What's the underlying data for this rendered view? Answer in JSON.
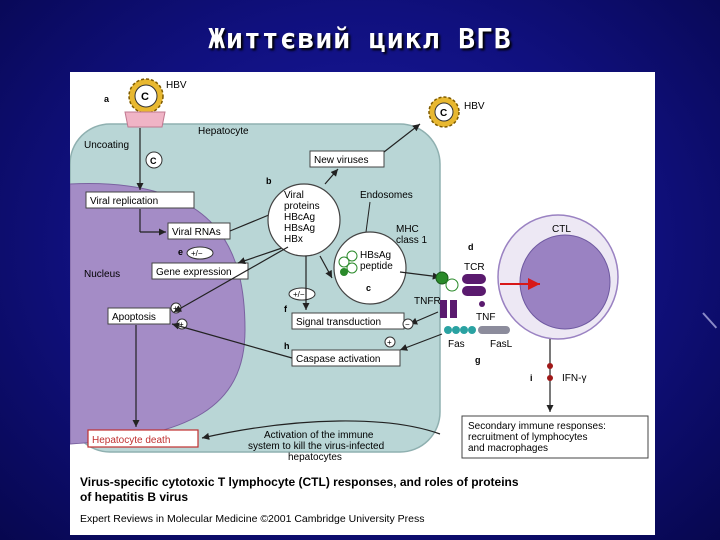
{
  "slide": {
    "title": "Життєвий цикл ВГВ"
  },
  "diagram": {
    "hbv_top": "HBV",
    "hbv_right": "HBV",
    "hepatocyte": "Hepatocyte",
    "uncoating": "Uncoating",
    "new_viruses": "New viruses",
    "viral_replication": "Viral replication",
    "viral_rnas": "Viral RNAs",
    "nucleus": "Nucleus",
    "gene_expression": "Gene expression",
    "viral_proteins": [
      "Viral",
      "proteins",
      "HBcAg",
      "HBsAg",
      "HBx"
    ],
    "endosomes": "Endosomes",
    "mhc_class": [
      "MHC",
      "class 1"
    ],
    "hbsag_peptide": [
      "HBsAg",
      "peptide"
    ],
    "tcr": "TCR",
    "tnfr": "TNFR",
    "tnf": "TNF",
    "fas": "Fas",
    "fasl": "FasL",
    "ctl": "CTL",
    "ifn": "IFN-γ",
    "apoptosis": "Apoptosis",
    "signal_transduction": "Signal transduction",
    "caspase_activation": "Caspase activation",
    "hepatocyte_death": "Hepatocyte death",
    "activation_text": [
      "Activation of the immune",
      "system to kill the virus-infected",
      "hepatocytes"
    ],
    "secondary_text": [
      "Secondary immune responses:",
      "recruitment of lymphocytes",
      "and macrophages"
    ],
    "plus_minus": "+/−",
    "plus": "+",
    "minus": "−",
    "letters": {
      "a": "a",
      "b": "b",
      "c": "c",
      "d": "d",
      "e": "e",
      "f": "f",
      "g": "g",
      "h": "h",
      "i": "i"
    },
    "caption": [
      "Virus-specific cytotoxic T lymphocyte (CTL) responses, and roles of proteins",
      "of hepatitis B virus"
    ],
    "credit": "Expert Reviews in Molecular Medicine ©2001 Cambridge University Press"
  },
  "colors": {
    "hepatocyte_fill": "#b9d6d6",
    "nucleus_fill": "#a48cc6",
    "ctl_fill": "#9a82c2",
    "tcr_purple": "#5a1a6e",
    "fas_teal": "#2aa2a2",
    "red_arrow": "#d81818",
    "background": "#10107e"
  }
}
